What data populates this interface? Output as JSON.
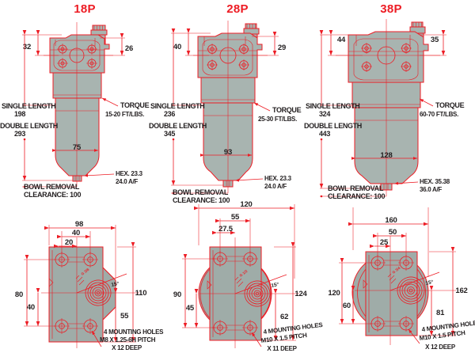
{
  "document": {
    "kind": "engineering-dimension-drawing",
    "accent_color": "#ED1C24",
    "body_color": "#A8B4B0",
    "text_color": "#231F20"
  },
  "models": [
    {
      "id": "18P",
      "title": "18P",
      "elevation": {
        "dim_left_top": "32",
        "dim_right_top": "26",
        "dim_width_bowl": "75",
        "single_length_label": "SINGLE LENGTH",
        "single_length_value": "198",
        "double_length_label": "DOUBLE LENGTH",
        "double_length_value": "293",
        "torque_label": "TORQUE",
        "torque_value": "15-20 FT/LBS.",
        "hex_line1": "HEX. 23.3",
        "hex_line2": "24.0 A/F",
        "bowl_line1": "BOWL REMOVAL",
        "bowl_line2": "CLEARANCE: 100"
      },
      "plan": {
        "dim_overall_width": "98",
        "dim_hole_span_x": "40",
        "dim_offset_x": "20",
        "dim_overall_height": "80",
        "dim_hole_span_y": "40",
        "dim_right_total": "110",
        "dim_right_part": "55",
        "angle": "15°",
        "port_note": "G 3/8",
        "mounting_line1": "4 MOUNTING HOLES",
        "mounting_line2": "M8 X 1.25-6H PITCH",
        "mounting_line3": "X 12 DEEP"
      }
    },
    {
      "id": "28P",
      "title": "28P",
      "elevation": {
        "dim_left_top": "40",
        "dim_right_top": "29",
        "dim_width_bowl": "93",
        "single_length_label": "SINGLE LENGTH",
        "single_length_value": "236",
        "double_length_label": "DOUBLE LENGTH",
        "double_length_value": "345",
        "torque_label": "TORQUE",
        "torque_value": "25-30 FT/LBS.",
        "hex_line1": "HEX. 23.3",
        "hex_line2": "24.0 A/F",
        "bowl_line1": "BOWL REMOVAL",
        "bowl_line2": "CLEARANCE: 100"
      },
      "plan": {
        "dim_overall_width": "120",
        "dim_hole_span_x": "55",
        "dim_offset_x": "27.5",
        "dim_overall_height": "90",
        "dim_hole_span_y": "45",
        "dim_right_total": "124",
        "dim_right_part": "62",
        "angle": "15°",
        "port_note": "G 1/2",
        "mounting_line1": "4 MOUNTING HOLES",
        "mounting_line2": "M10 X 1.5 PITCH",
        "mounting_line3": "X 11 DEEP"
      }
    },
    {
      "id": "38P",
      "title": "38P",
      "elevation": {
        "dim_left_top": "44",
        "dim_right_top": "35",
        "dim_width_bowl": "128",
        "single_length_label": "SINGLE LENGTH",
        "single_length_value": "324",
        "double_length_label": "DOUBLE LENGTH",
        "double_length_value": "443",
        "torque_label": "TORQUE",
        "torque_value": "60-70 FT/LBS.",
        "hex_line1": "HEX. 35.38",
        "hex_line2": "36.0 A/F",
        "bowl_line1": "BOWL REMOVAL",
        "bowl_line2": "CLEARANCE: 100"
      },
      "plan": {
        "dim_overall_width": "160",
        "dim_hole_span_x": "50",
        "dim_offset_x": "25",
        "dim_overall_height": "120",
        "dim_hole_span_y": "60",
        "dim_right_total": "162",
        "dim_right_part": "81",
        "angle": "15°",
        "port_note": "G 3/4",
        "mounting_line1": "4 MOUNTING HOLES",
        "mounting_line2": "M10 X 1.5 PITCH",
        "mounting_line3": "X 12 DEEP"
      }
    }
  ]
}
